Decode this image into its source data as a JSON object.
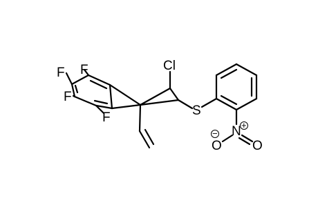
{
  "molecule": {
    "atoms": {
      "chlorine": "Cl",
      "sulfur": "S",
      "fluorine_1": "F",
      "fluorine_2": "F",
      "fluorine_3": "F",
      "fluorine_4": "F",
      "nitrogen": "N",
      "oxygen_1": "O",
      "oxygen_2": "O"
    },
    "charges": {
      "nitrogen": "+",
      "oxygen_1": "−"
    }
  }
}
